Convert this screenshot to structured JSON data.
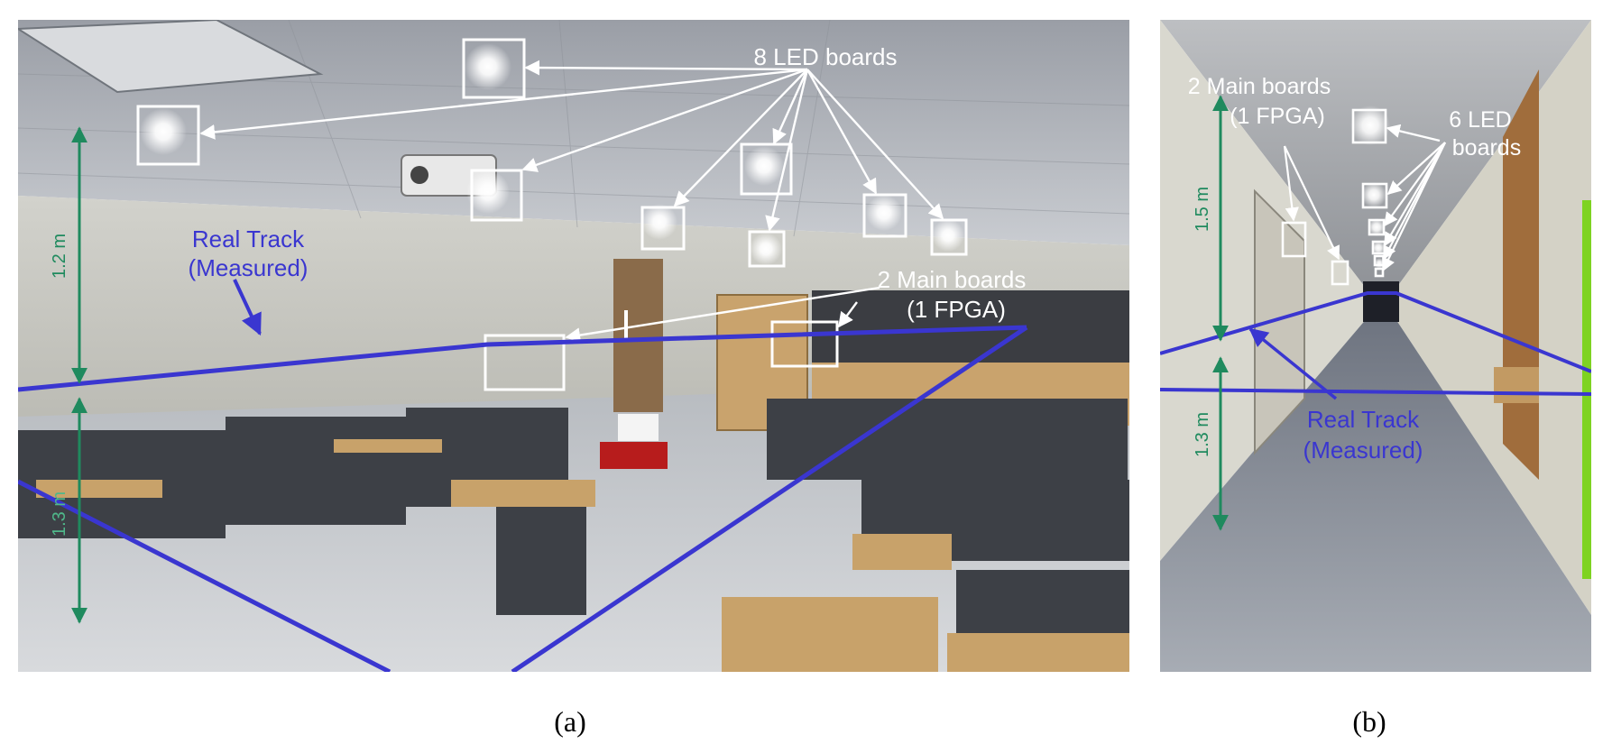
{
  "panel_a": {
    "led_label": "8 LED boards",
    "main_label_line1": "2 Main boards",
    "main_label_line2": "(1 FPGA)",
    "track_label_line1": "Real Track",
    "track_label_line2": "(Measured)",
    "upper_dim": "1.2 m",
    "lower_dim": "1.3 m",
    "caption": "(a)"
  },
  "panel_b": {
    "main_label_line1": "2 Main boards",
    "main_label_line2": "(1 FPGA)",
    "led_label_line1": "6 LED",
    "led_label_line2": "boards",
    "track_label_line1": "Real Track",
    "track_label_line2": "(Measured)",
    "upper_dim": "1.5 m",
    "lower_dim": "1.3 m",
    "caption": "(b)"
  },
  "colors": {
    "track": "#3a36d0",
    "dimension": "#1f8a5e",
    "annotation": "#ffffff"
  }
}
